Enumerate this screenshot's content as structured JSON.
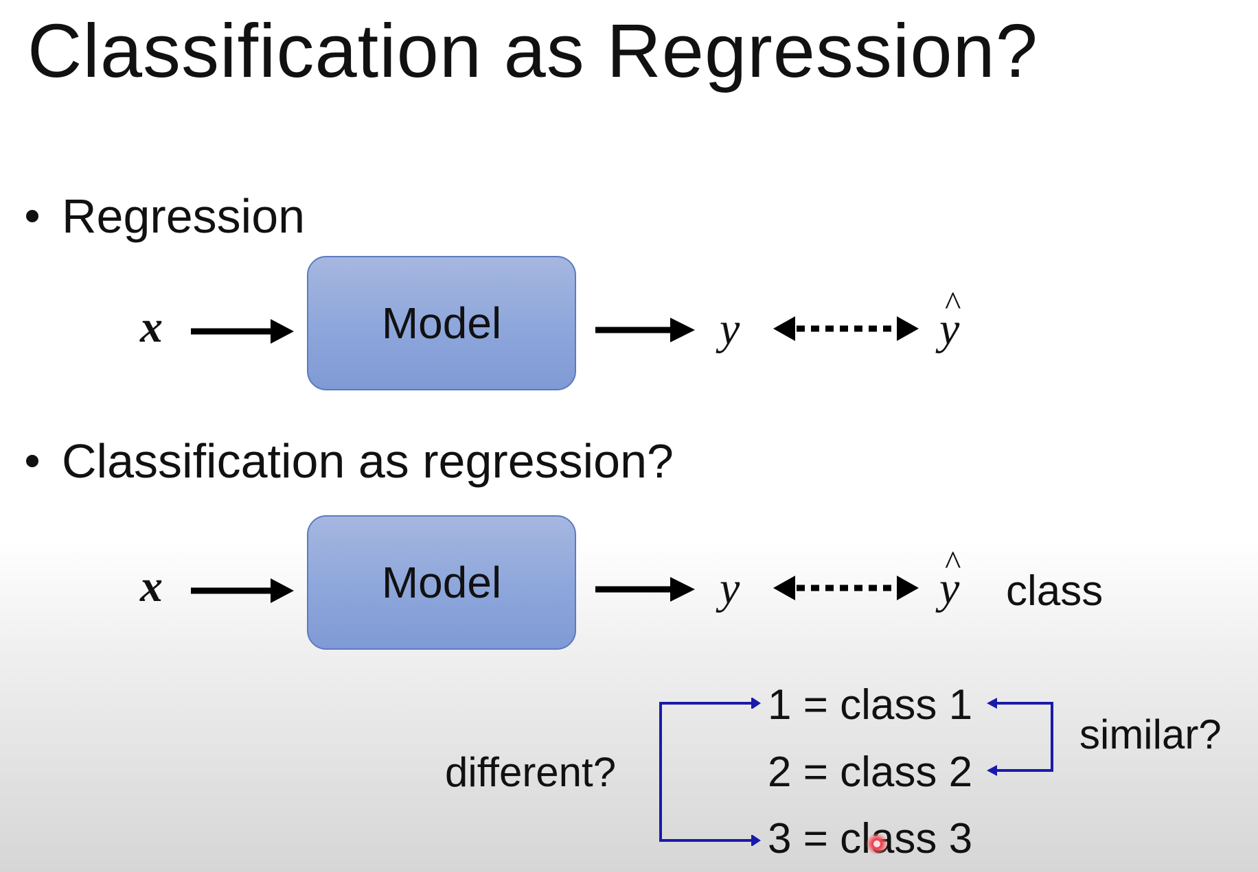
{
  "slide": {
    "title": "Classification as Regression?"
  },
  "section_regression": {
    "bullet": "Regression",
    "input_symbol": "x",
    "model_label": "Model",
    "output_symbol": "y",
    "target_symbol": "y",
    "target_hat": "^"
  },
  "section_classification": {
    "bullet": "Classification as regression?",
    "input_symbol": "x",
    "model_label": "Model",
    "output_symbol": "y",
    "target_symbol": "y",
    "target_hat": "^",
    "target_note": "class"
  },
  "class_list": {
    "items": [
      "1 = class 1",
      "2 = class 2",
      "3 = class 3"
    ],
    "left_note": "different?",
    "right_note": "similar?"
  },
  "colors": {
    "bracket": "#1a1aaa",
    "model_fill": "#8ea5da",
    "model_border": "#5b7bc0",
    "cursor": "#e5283a"
  }
}
